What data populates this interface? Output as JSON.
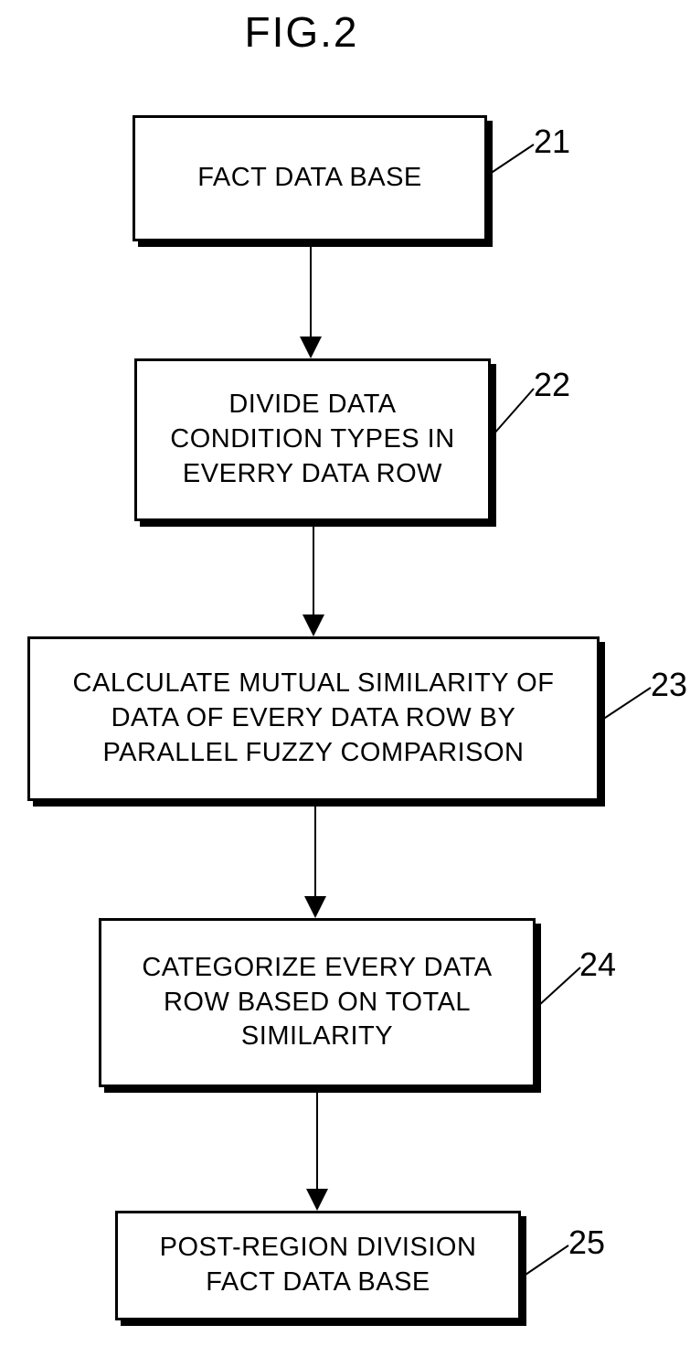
{
  "figure": {
    "title": "FIG.2"
  },
  "steps": [
    {
      "ref": "21",
      "lines": [
        "FACT DATA BASE"
      ]
    },
    {
      "ref": "22",
      "lines": [
        "DIVIDE DATA",
        "CONDITION TYPES IN",
        "EVERRY DATA ROW"
      ]
    },
    {
      "ref": "23",
      "lines": [
        "CALCULATE MUTUAL SIMILARITY OF",
        "DATA OF EVERY DATA ROW BY",
        "PARALLEL FUZZY COMPARISON"
      ]
    },
    {
      "ref": "24",
      "lines": [
        "CATEGORIZE EVERY DATA",
        "ROW BASED ON TOTAL",
        "SIMILARITY"
      ]
    },
    {
      "ref": "25",
      "lines": [
        "POST-REGION DIVISION",
        "FACT DATA BASE"
      ]
    }
  ]
}
